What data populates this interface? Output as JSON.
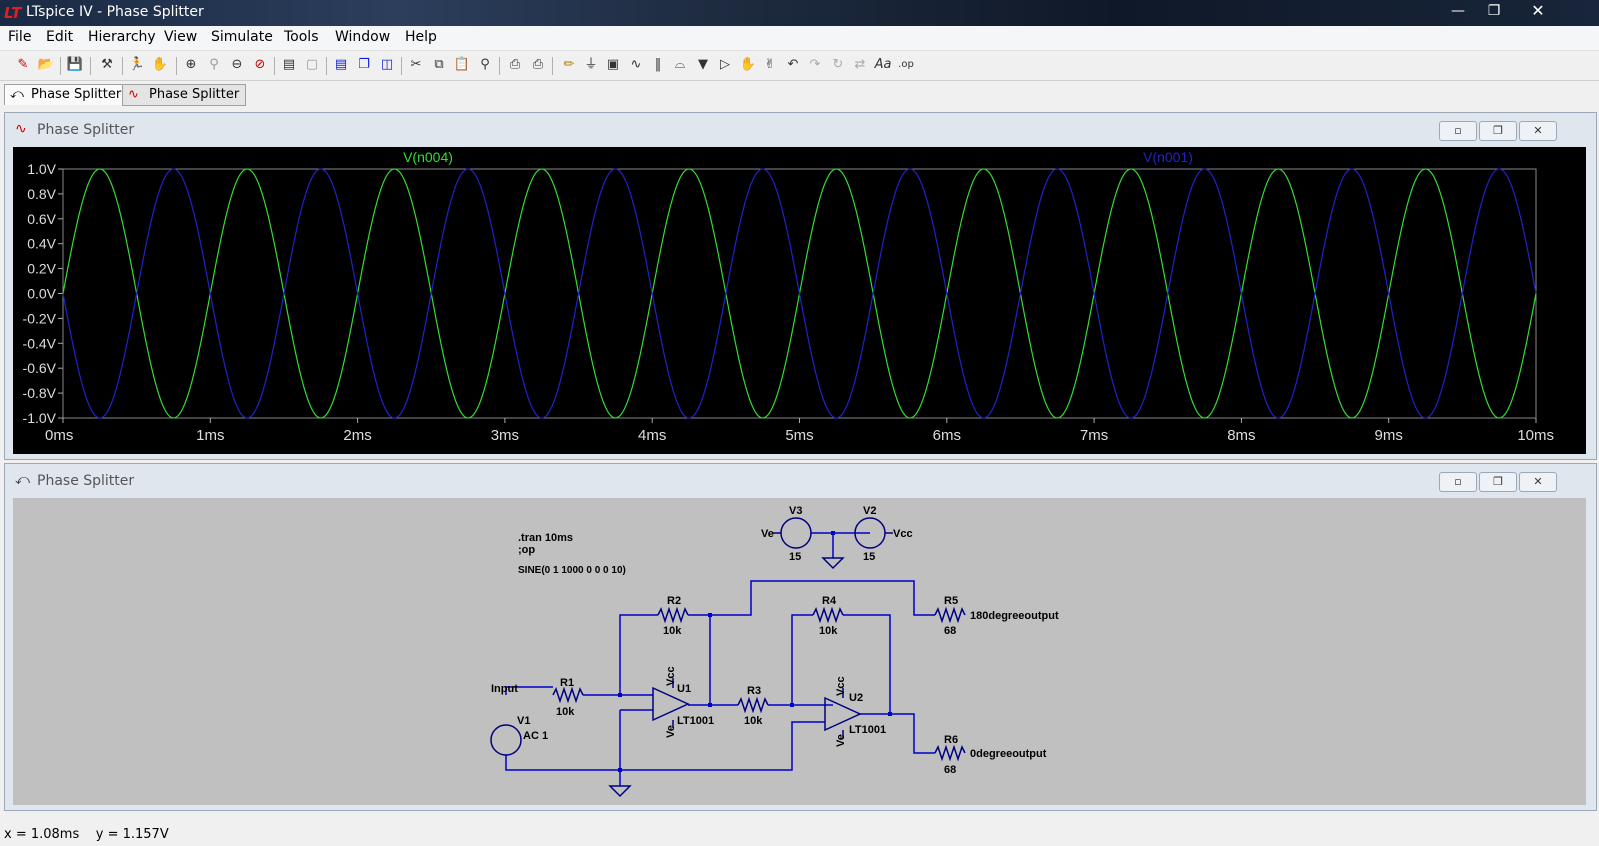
{
  "window": {
    "title": "LTspice IV - Phase Splitter",
    "app_icon": "ltspice-logo-icon",
    "controls": [
      "minimize-icon",
      "maximize-icon",
      "close-icon"
    ]
  },
  "menu": [
    "File",
    "Edit",
    "Hierarchy",
    "View",
    "Simulate",
    "Tools",
    "Window",
    "Help"
  ],
  "toolbar": {
    "icons": [
      "new-schematic-icon",
      "open-icon",
      "save-icon",
      "control-panel-icon",
      "run-icon",
      "halt-icon",
      "zoom-in-icon",
      "zoom-full-icon",
      "zoom-out-icon",
      "zoom-cancel-icon",
      "autorange-icon",
      "delete-traces-icon",
      "tile-horizontal-icon",
      "cascade-icon",
      "tile-vertical-icon",
      "cut-icon",
      "copy-icon",
      "paste-icon",
      "find-icon",
      "print-preview-icon",
      "print-icon",
      "wire-icon",
      "ground-icon",
      "label-icon",
      "resistor-icon",
      "capacitor-icon",
      "inductor-icon",
      "diode-icon",
      "component-icon",
      "move-icon",
      "drag-icon",
      "undo-icon",
      "redo-icon",
      "rotate-icon",
      "mirror-icon",
      "text-icon",
      "spice-directive-icon"
    ]
  },
  "tabs": [
    {
      "label": "Phase Splitter",
      "icon": "schematic-icon",
      "active": true
    },
    {
      "label": "Phase Splitter",
      "icon": "waveform-icon",
      "active": false
    }
  ],
  "waveform_panel": {
    "title": "Phase Splitter",
    "icon": "waveform-icon"
  },
  "schematic_panel": {
    "title": "Phase Splitter",
    "icon": "schematic-icon",
    "directives": [
      ".tran 10ms",
      ";op",
      "SINE(0 1 1000 0 0 0 10)"
    ],
    "components": {
      "V3": {
        "name": "V3",
        "value": "15",
        "left": "Ve"
      },
      "V2": {
        "name": "V2",
        "value": "15",
        "right": "Vcc"
      },
      "R2": {
        "name": "R2",
        "value": "10k"
      },
      "R4": {
        "name": "R4",
        "value": "10k"
      },
      "R5": {
        "name": "R5",
        "value": "68",
        "net": "180degreeoutput"
      },
      "R1": {
        "name": "R1",
        "value": "10k"
      },
      "R3": {
        "name": "R3",
        "value": "10k"
      },
      "R6": {
        "name": "R6",
        "value": "68",
        "net": "0degreeoutput"
      },
      "U1": {
        "name": "U1",
        "part": "LT1001",
        "vcc": "Vcc",
        "ve": "Ve"
      },
      "U2": {
        "name": "U2",
        "part": "LT1001",
        "vcc": "Vcc",
        "ve": "Ve"
      },
      "V1": {
        "name": "V1",
        "value": "AC 1",
        "net": "Input"
      }
    }
  },
  "status": {
    "text": "x = 1.08ms    y = 1.157V"
  },
  "chart_data": {
    "type": "line",
    "title": "",
    "xlabel": "",
    "ylabel": "",
    "x_range": [
      0,
      10
    ],
    "x_unit": "ms",
    "ylim": [
      -1.0,
      1.0
    ],
    "x_ticks": [
      "0ms",
      "1ms",
      "2ms",
      "3ms",
      "4ms",
      "5ms",
      "6ms",
      "7ms",
      "8ms",
      "9ms",
      "10ms"
    ],
    "y_ticks": [
      "1.0V",
      "0.8V",
      "0.6V",
      "0.4V",
      "0.2V",
      "0.0V",
      "-0.2V",
      "-0.4V",
      "-0.6V",
      "-0.8V",
      "-1.0V"
    ],
    "background": "#000000",
    "grid": false,
    "legend_placement": "top",
    "series": [
      {
        "name": "V(n004)",
        "color": "#33dd33",
        "frequency_hz": 1000,
        "amplitude": 1.0,
        "phase_deg": 0
      },
      {
        "name": "V(n001)",
        "color": "#2222cc",
        "frequency_hz": 1000,
        "amplitude": 1.0,
        "phase_deg": 180
      }
    ]
  },
  "colors": {
    "wire": "#0000cc",
    "component": "#000080",
    "schematic_bg": "#c0c0c0",
    "trace_green": "#33dd33",
    "trace_blue": "#2222cc"
  }
}
